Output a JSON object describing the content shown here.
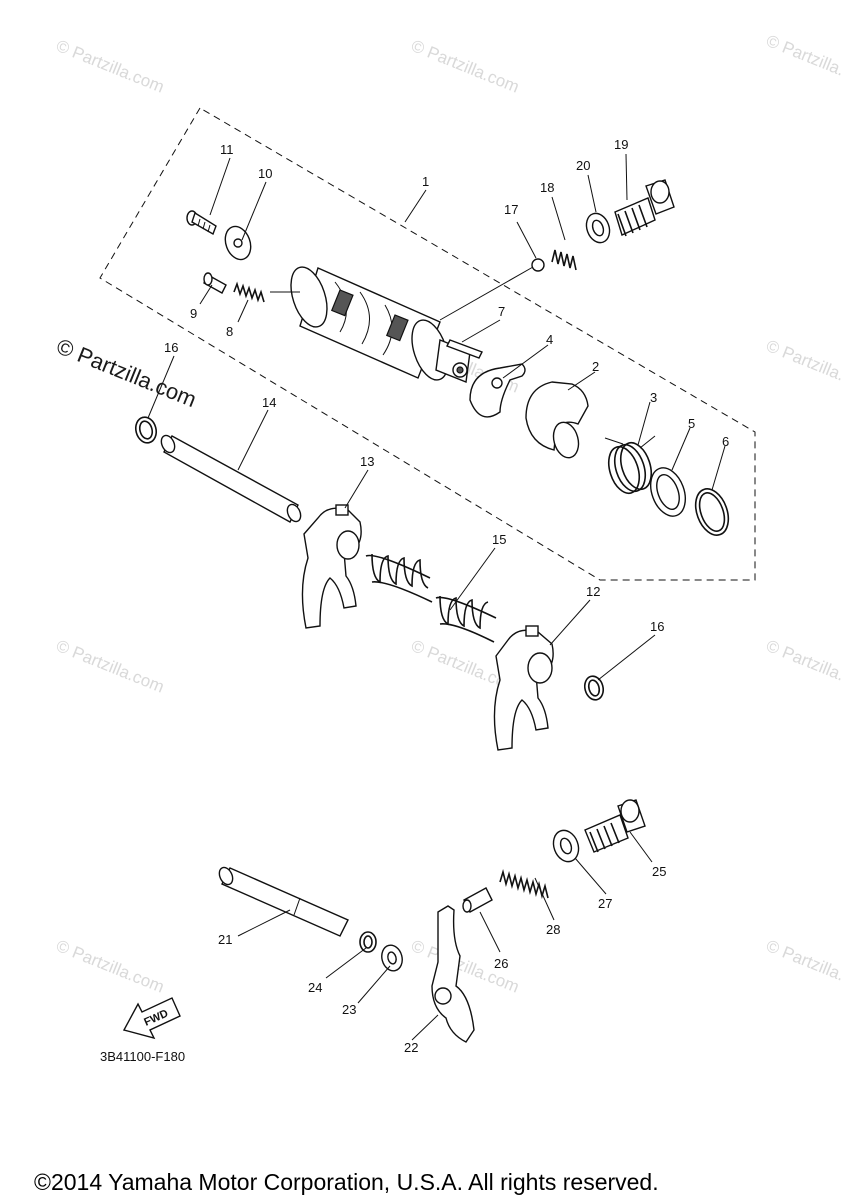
{
  "watermarks": {
    "small": "© Partzilla.com",
    "prominent": "© Partzilla.com"
  },
  "callouts": {
    "c1": "1",
    "c2": "2",
    "c3": "3",
    "c4": "4",
    "c5": "5",
    "c6": "6",
    "c7": "7",
    "c8": "8",
    "c9": "9",
    "c10": "10",
    "c11": "11",
    "c12": "12",
    "c13": "13",
    "c14": "14",
    "c15": "15",
    "c16a": "16",
    "c16b": "16",
    "c17": "17",
    "c18": "18",
    "c19": "19",
    "c20": "20",
    "c21": "21",
    "c22": "22",
    "c23": "23",
    "c24": "24",
    "c25": "25",
    "c26": "26",
    "c27": "27",
    "c28": "28"
  },
  "direction_arrow": {
    "label": "FWD"
  },
  "diagram_code": "3B41100-F180",
  "copyright": "©2014 Yamaha Motor Corporation, U.S.A. All rights reserved."
}
